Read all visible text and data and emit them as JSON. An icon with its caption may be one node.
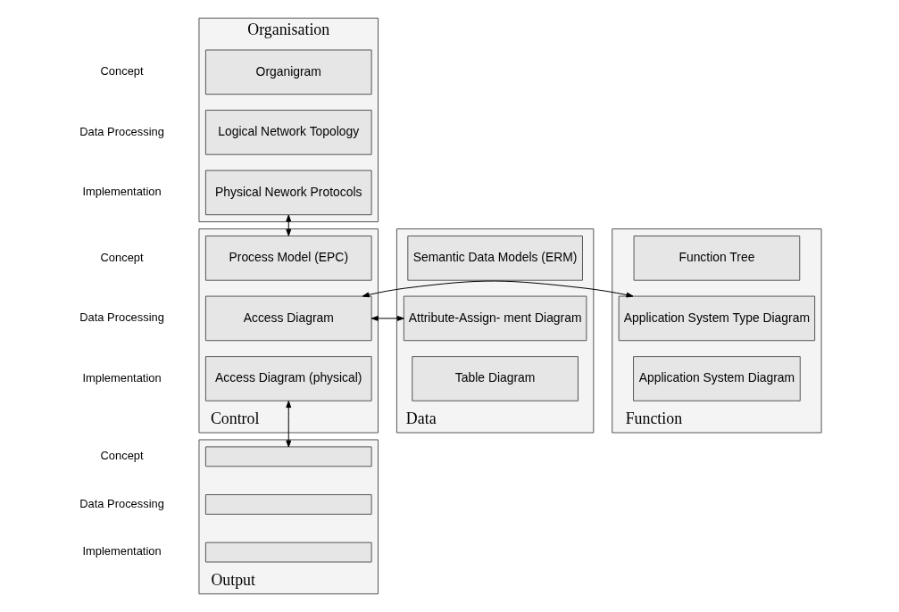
{
  "diagram": {
    "nodes": [
      {
        "text": [
          "Organisation"
        ]
      },
      {
        "text": [
          "Organigram"
        ],
        "in": 0
      },
      {
        "text": [
          "Logical Network Topology"
        ],
        "in": 0
      },
      {
        "text": [
          "Physical Nework Protocols"
        ],
        "in": 0
      },
      {
        "text": [
          "Data"
        ]
      },
      {
        "text": [
          "Semantic Data Models (ERM)"
        ],
        "in": 4
      },
      {
        "text": [
          "Attribute-Assign- ment Diagram"
        ],
        "in": 4
      },
      {
        "text": [
          "Table Diagram"
        ],
        "in": 4
      },
      {
        "text": [
          "Control"
        ]
      },
      {
        "text": [
          "Process Model (EPC)"
        ],
        "in": 8
      },
      {
        "text": [
          "Access Diagram"
        ],
        "in": 8
      },
      {
        "text": [
          "Access Diagram (physical)"
        ],
        "in": 8
      },
      {
        "text": [
          "Function"
        ]
      },
      {
        "text": [
          "Function Tree"
        ],
        "in": 12
      },
      {
        "text": [
          "Application System Type Diagram"
        ],
        "in": 12
      },
      {
        "text": [
          "Application System Diagram"
        ],
        "in": 12
      },
      {
        "text": [
          "Output"
        ]
      },
      {
        "text": [],
        "shape": "box",
        "in": 16
      },
      {
        "text": [],
        "shape": "box",
        "in": 16
      },
      {
        "text": [],
        "shape": "box",
        "in": 16
      }
    ],
    "edges": [
      {
        "from": 3,
        "to": 9,
        "arrow": "both"
      },
      {
        "from": 6,
        "to": 10,
        "arrow": "both"
      },
      {
        "from": 10,
        "to": 14,
        "arrow": "both"
      },
      {
        "from": 11,
        "to": 17,
        "arrow": "both"
      }
    ],
    "labels": [
      "Concept",
      "Data Processing",
      "Implementation",
      "Concept",
      "Data Processing",
      "Implementation",
      "Concept",
      "Data Processing",
      "Implementation"
    ]
  }
}
